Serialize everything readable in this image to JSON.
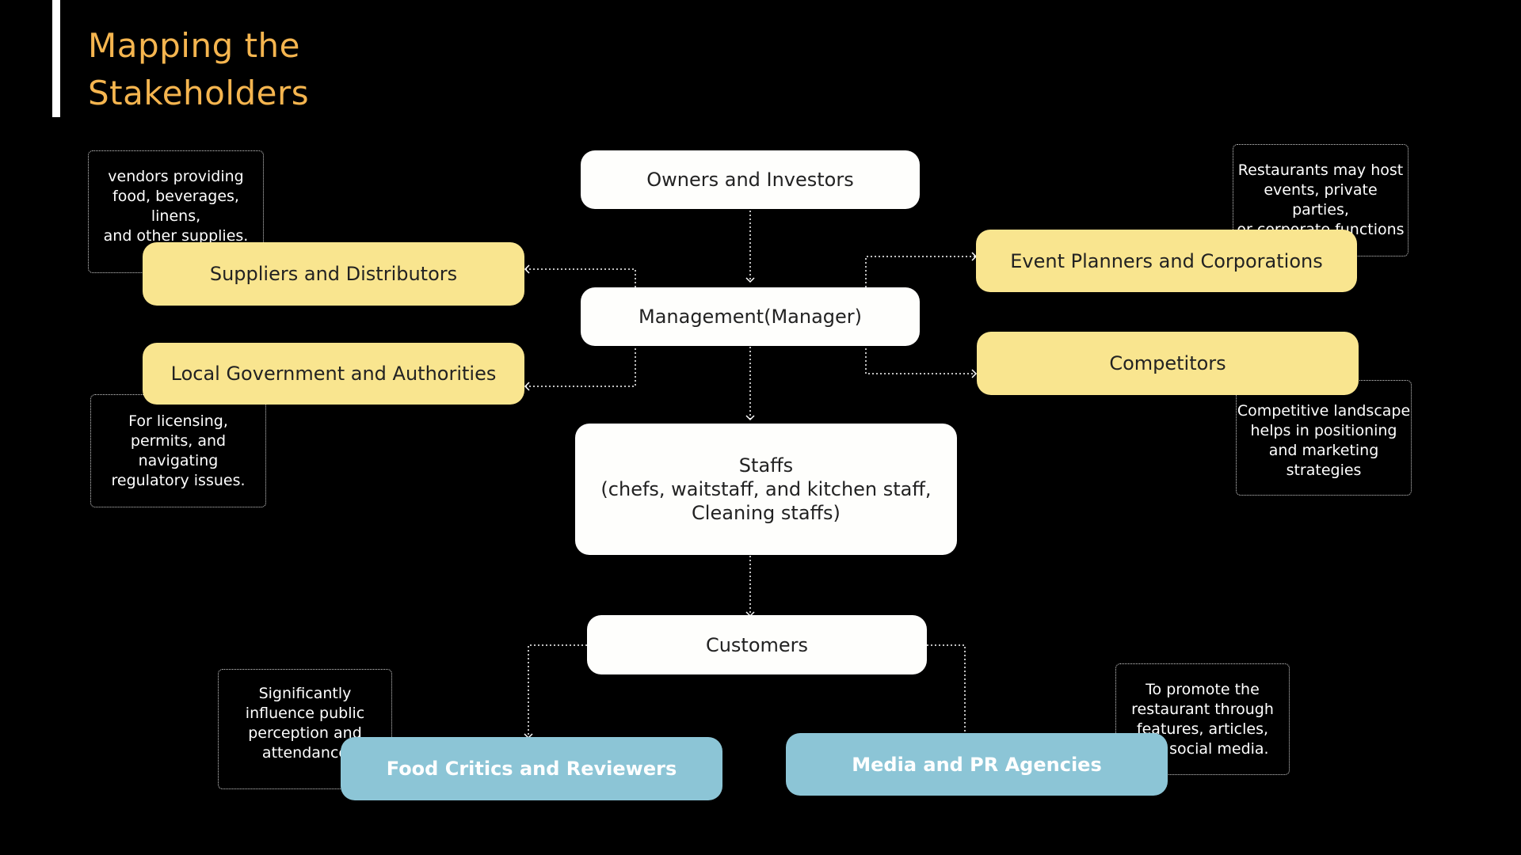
{
  "title": {
    "line1": "Mapping the",
    "line2": "Stakeholders"
  },
  "colors": {
    "title": "#f5b54f",
    "primary_box": "#fefefc",
    "secondary_box": "#f9e58f",
    "media_box": "#8cc5d6",
    "background": "#000000"
  },
  "nodes": {
    "owners": "Owners and Investors",
    "management": "Management(Manager)",
    "staffs": "Staffs\n(chefs, waitstaff, and kitchen staff,\nCleaning staffs)",
    "customers": "Customers",
    "suppliers": "Suppliers and Distributors",
    "government": "Local Government and Authorities",
    "events": "Event Planners and Corporations",
    "competitors": "Competitors",
    "critics": "Food Critics and Reviewers",
    "media": "Media and PR Agencies"
  },
  "notes": {
    "suppliers": "vendors providing\nfood, beverages, linens,\nand other supplies.",
    "government": "For licensing,\npermits, and\nnavigating\nregulatory issues.",
    "events": "Restaurants may host\nevents, private parties,\nor corporate functions",
    "competitors": "Competitive landscape\nhelps in positioning\nand marketing\nstrategies",
    "critics": "Significantly\ninfluence public\nperception and\nattendance",
    "media": "To promote the\nrestaurant through\nfeatures, articles,\nand social media."
  }
}
